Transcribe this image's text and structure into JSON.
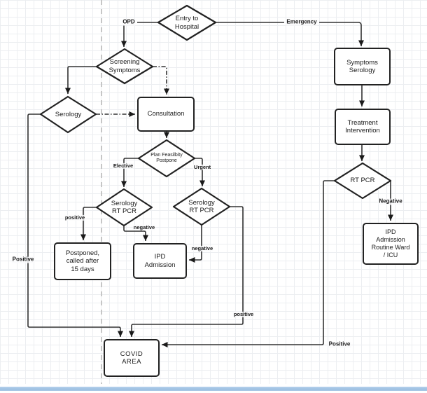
{
  "diagram": {
    "nodes": {
      "entry": {
        "label": "Entry to\nHospital",
        "type": "decision"
      },
      "screening": {
        "label": "Screening\nSymptoms",
        "type": "decision"
      },
      "serology": {
        "label": "Serology",
        "type": "decision"
      },
      "consultation": {
        "label": "Consultation",
        "type": "process"
      },
      "plan": {
        "label": "Plan Feasilbity\nPostpone",
        "type": "decision"
      },
      "serology_rt_pcr_left": {
        "label": "Serology\nRT PCR",
        "type": "decision"
      },
      "serology_rt_pcr_right": {
        "label": "Serology\nRT PCR",
        "type": "decision"
      },
      "postponed": {
        "label": "Postponed,\ncalled after\n15 days",
        "type": "process"
      },
      "ipd_admission": {
        "label": "IPD\nAdmission",
        "type": "process"
      },
      "symptoms_serology": {
        "label": "Symptoms\nSerology",
        "type": "process"
      },
      "treatment": {
        "label": "Treatment\nIntervention",
        "type": "process"
      },
      "rt_pcr": {
        "label": "RT PCR",
        "type": "decision"
      },
      "ipd_routine": {
        "label": "IPD\nAdmission\nRoutine Ward\n/ ICU",
        "type": "process"
      },
      "covid_area": {
        "label": "COVID\nAREA",
        "type": "process"
      }
    },
    "edge_labels": {
      "opd": "OPD",
      "emergency": "Emergency",
      "elective": "Elective",
      "urgent": "Urgent",
      "serology_positive": "Positive",
      "left_pcr_positive": "positive",
      "left_pcr_negative": "negative",
      "right_pcr_negative": "negative",
      "right_pcr_positive": "positive",
      "rt_pcr_negative": "Negative",
      "rt_pcr_positive": "Positive"
    },
    "colors": {
      "connector": "#333333",
      "shape_border": "#222222",
      "node_fill": "#ffffff",
      "grid_line": "#eceef1",
      "accent_bar": "#9cbfe2"
    }
  }
}
